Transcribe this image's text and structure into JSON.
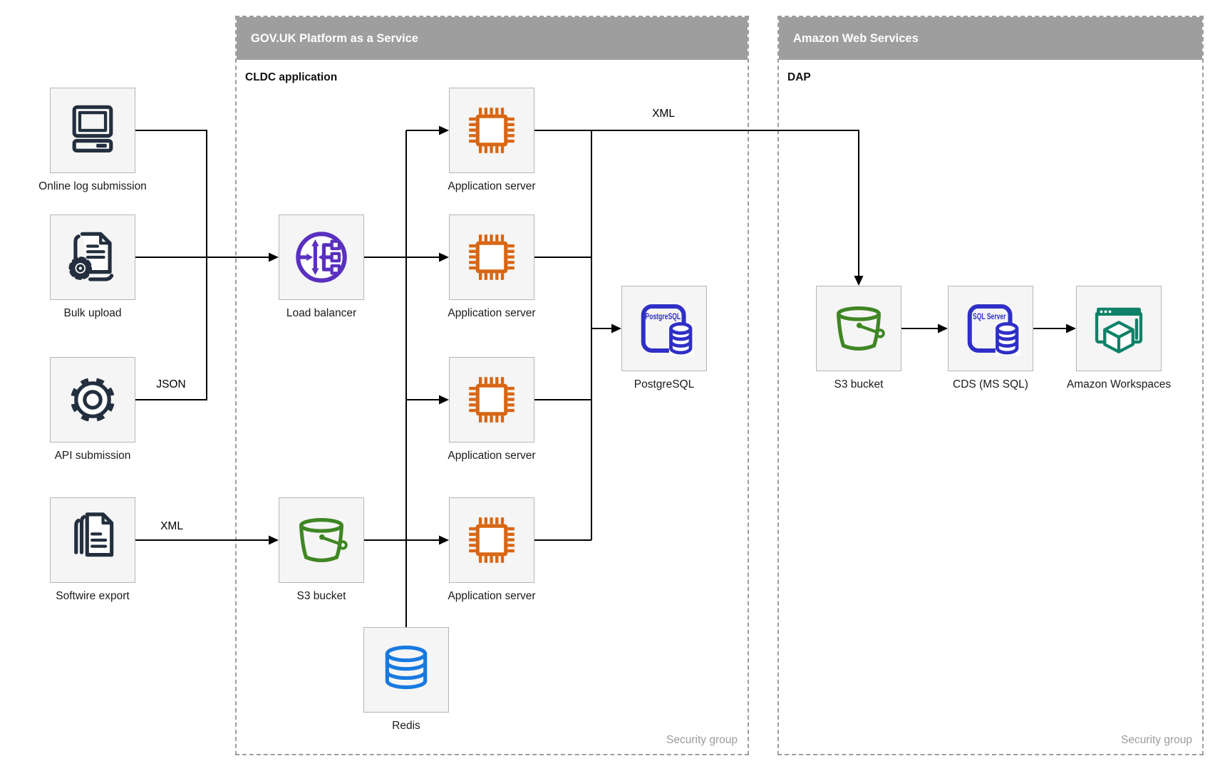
{
  "diagram_type": "architecture-diagram",
  "containers": {
    "paas": {
      "title": "GOV.UK Platform as a Service",
      "sublabel": "CLDC application",
      "footer": "Security group"
    },
    "aws": {
      "title": "Amazon Web Services",
      "sublabel": "DAP",
      "footer": "Security group"
    }
  },
  "nodes": {
    "online_log": {
      "label": "Online log submission",
      "icon": "desktop-computer"
    },
    "bulk_upload": {
      "label": "Bulk upload",
      "icon": "document-gear"
    },
    "api_submission": {
      "label": "API submission",
      "icon": "gear"
    },
    "softwire_export": {
      "label": "Softwire export",
      "icon": "document-stack"
    },
    "load_balancer": {
      "label": "Load balancer",
      "icon": "elastic-load-balancer"
    },
    "app_server_1": {
      "label": "Application server",
      "icon": "cpu-chip"
    },
    "app_server_2": {
      "label": "Application server",
      "icon": "cpu-chip"
    },
    "app_server_3": {
      "label": "Application server",
      "icon": "cpu-chip"
    },
    "app_server_4": {
      "label": "Application server",
      "icon": "cpu-chip"
    },
    "postgresql": {
      "label": "PostgreSQL",
      "icon": "postgresql-database",
      "icon_text": "PostgreSQL"
    },
    "s3_paas": {
      "label": "S3 bucket",
      "icon": "s3-bucket"
    },
    "redis": {
      "label": "Redis",
      "icon": "redis-database"
    },
    "s3_aws": {
      "label": "S3 bucket",
      "icon": "s3-bucket"
    },
    "cds": {
      "label": "CDS (MS SQL)",
      "icon": "sql-server-database",
      "icon_text": "SQL Server"
    },
    "workspaces": {
      "label": "Amazon Workspaces",
      "icon": "amazon-workspaces"
    }
  },
  "edge_labels": {
    "json_api": "JSON",
    "xml_softwire": "XML",
    "xml_to_aws": "XML"
  },
  "colors": {
    "container_gray": "#9E9E9E",
    "node_fill": "#F5F5F5",
    "node_border": "#B5B5B5",
    "navy": "#232F3E",
    "orange": "#D86613",
    "purple": "#5A30BF",
    "green": "#3F8624",
    "db_blue": "#2F2FC7",
    "azure": "#1779E0",
    "teal": "#0E8268",
    "line": "#000000"
  }
}
